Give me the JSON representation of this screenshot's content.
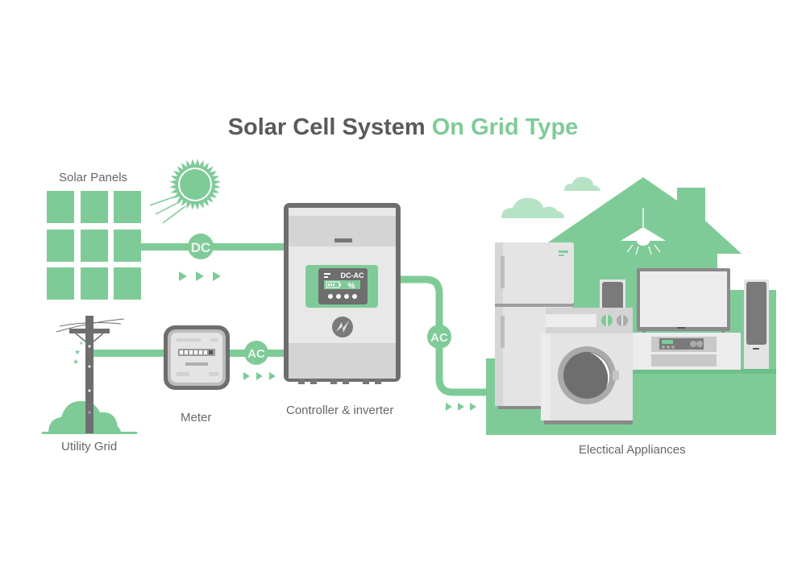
{
  "title": {
    "part1": "Solar Cell System",
    "part2": "On Grid Type"
  },
  "labels": {
    "solar_panels": "Solar Panels",
    "utility_grid": "Utility Grid",
    "meter": "Meter",
    "controller": "Controller & inverter",
    "appliances": "Electical Appliances"
  },
  "badges": {
    "dc": "DC",
    "ac_grid": "AC",
    "ac_house": "AC"
  },
  "inverter_screen": {
    "mode": "DC-AC",
    "percent": "%"
  },
  "colors": {
    "accent_green": "#7fcb98",
    "light_green": "#b5e3c4",
    "dark_gray": "#6e6e6e",
    "text_gray": "#5a5a5a",
    "panel_gray": "#e4e4e4"
  },
  "icons": [
    "sun-icon",
    "moon-icon",
    "star-icon",
    "cloud-icon",
    "lightning-icon",
    "lamp-icon",
    "battery-icon",
    "arrow-right-icon"
  ]
}
